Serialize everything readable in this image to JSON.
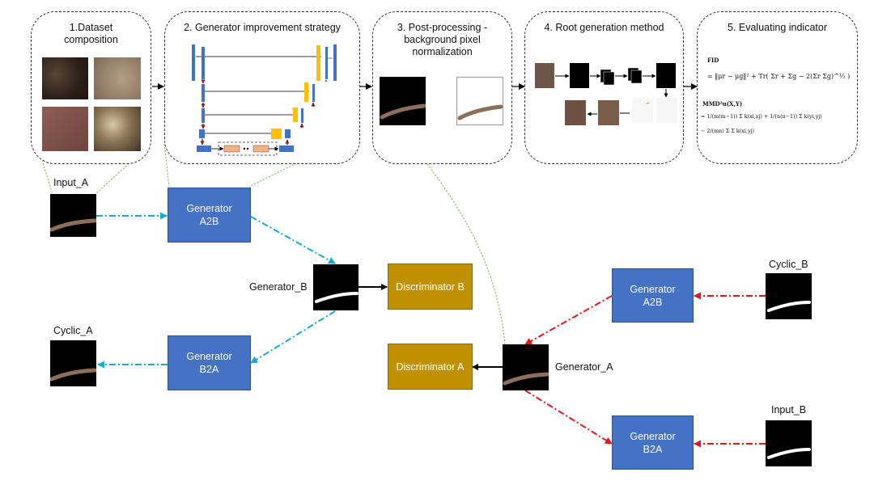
{
  "stages": [
    {
      "id": "dataset",
      "title": "1.Dataset\ncomposition"
    },
    {
      "id": "generator",
      "title": "2. Generator improvement strategy"
    },
    {
      "id": "postprocess",
      "title": "3. Post-processing -\nbackground pixel\nnormalization"
    },
    {
      "id": "rootgen",
      "title": "4. Root generation method"
    },
    {
      "id": "eval",
      "title": "5. Evaluating indicator"
    }
  ],
  "formulas": {
    "fid_label": "FID",
    "fid_expr": "= ‖μr − μg‖² + Tr( Σr + Σg − 2(Σr Σg)^½ )",
    "mmd_label": "MMD²u(X,Y)",
    "mmd_line1": "= 1/(m(m−1)) Σ k(xi,xj) + 1/(n(n−1)) Σ k(yi,yj)",
    "mmd_line2": "− 2/(mn) Σ Σ k(xi,yj)"
  },
  "nodes": {
    "input_a": "Input_A",
    "generator_b": "Generator_B",
    "cyclic_a": "Cyclic_A",
    "cyclic_b": "Cyclic_B",
    "generator_a": "Generator_A",
    "input_b": "Input_B",
    "gen_a2b_left": "Generator\nA2B",
    "gen_b2a_left": "Generator\nB2A",
    "disc_b": "Discriminator B",
    "disc_a": "Discriminator A",
    "gen_a2b_right": "Generator\nA2B",
    "gen_b2a_right": "Generator\nB2A"
  },
  "colors": {
    "generator": "#4472c4",
    "discriminator": "#bf9000",
    "cycle_a_arrow": "#1aa7d6",
    "cycle_b_arrow": "#e8141b",
    "link_dotted": "#70ad47",
    "unet_block": "#4472c4",
    "unet_gate": "#ffc000",
    "unet_res": "#f4b183"
  }
}
